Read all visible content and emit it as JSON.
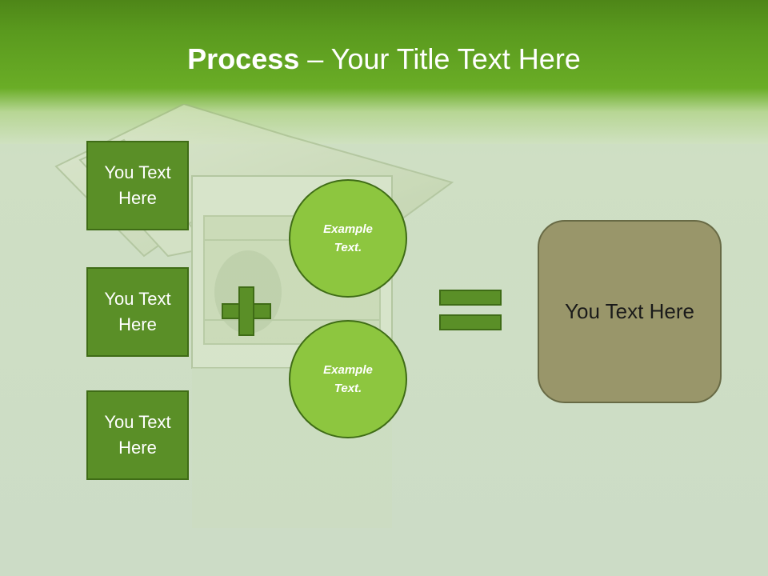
{
  "slide": {
    "title_bold": "Process",
    "title_dash": " – ",
    "title_rest": "Your Title Text Here"
  },
  "left_boxes": [
    {
      "line1": "You Text",
      "line2": "Here"
    },
    {
      "line1": "You Text",
      "line2": "Here"
    },
    {
      "line1": "You Text",
      "line2": "Here"
    }
  ],
  "operators": {
    "plus_icon": "plus-icon",
    "equals_icon": "equals-icon"
  },
  "circles": [
    {
      "line1": "Example",
      "line2": "Text."
    },
    {
      "line1": "Example",
      "line2": "Text."
    }
  ],
  "result": {
    "label": "You Text Here"
  },
  "colors": {
    "header_green": "#5a9a1e",
    "box_green": "#5a8f27",
    "circle_green": "#8dc63f",
    "result_olive": "#99966a"
  }
}
